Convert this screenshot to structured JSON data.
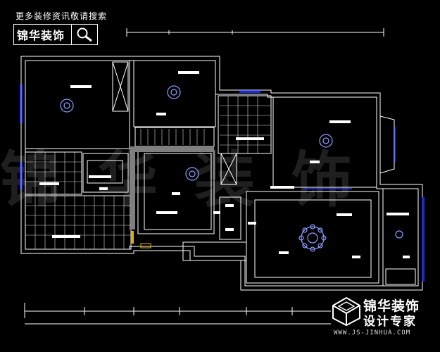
{
  "header": {
    "note": "更多装修资讯敬请搜索",
    "brand": "锦华装饰",
    "search_icon": "magnifier-icon"
  },
  "watermark": {
    "text": "锦华装饰"
  },
  "logo": {
    "icon": "cube-logo-icon",
    "line1": "锦华装饰",
    "line2": "设计专家",
    "url": "WWW.JS-JINHUA.COM"
  },
  "colors": {
    "background": "#000000",
    "wall": "#ffffff",
    "fixture": "#2a3aff",
    "accent": "#e0b000",
    "grey": "#7f7f7f"
  }
}
